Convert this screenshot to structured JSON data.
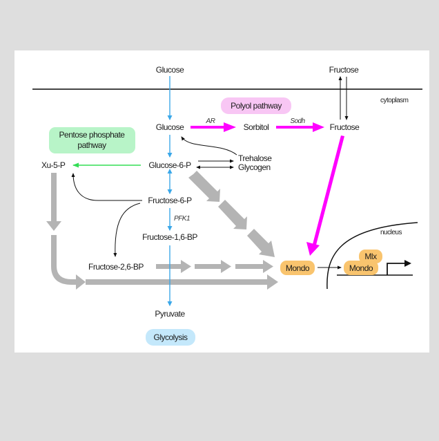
{
  "diagram": {
    "compartments": {
      "cytoplasm": "cytoplasm",
      "nucleus": "nucleus"
    },
    "pathway_labels": {
      "polyol": "Polyol pathway",
      "pentose": [
        "Pentose phosphate",
        "pathway"
      ],
      "glycolysis": "Glycolysis"
    },
    "nodes": {
      "glucose_ext": "Glucose",
      "fructose_ext": "Fructose",
      "glucose": "Glucose",
      "sorbitol": "Sorbitol",
      "fructose": "Fructose",
      "trehalose": "Trehalose",
      "glycogen": "Glycogen",
      "xu5p": "Xu-5-P",
      "g6p": "Glucose-6-P",
      "f6p": "Fructose-6-P",
      "f16bp": "Fructose-1,6-BP",
      "f26bp": "Fructose-2,6-BP",
      "pyruvate": "Pyruvate",
      "mondo": "Mondo",
      "mondo_nuc": "Mondo",
      "mlx": "Mlx"
    },
    "enzymes": {
      "ar": "AR",
      "sodh": "Sodh",
      "pfk1": "PFK1"
    },
    "colors": {
      "glycolysis_arrow": "#3aa7e8",
      "polyol_arrow": "#ff00ff",
      "pentose_arrow": "#33dd55",
      "signal_arrow": "#b4b4b4",
      "polyol_box": "#f8c6f4",
      "pentose_box": "#b8f4c8",
      "glycolysis_box": "#c4e8fb",
      "mondo_box": "#f9c46e",
      "membrane": "#444444"
    }
  }
}
